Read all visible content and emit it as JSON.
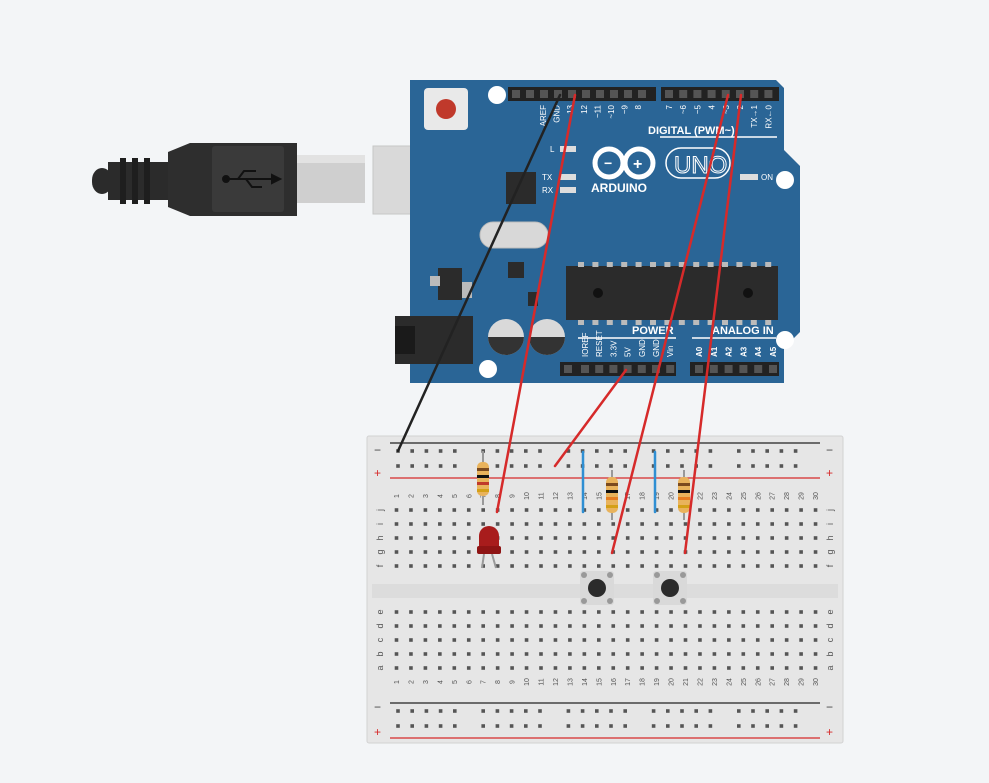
{
  "board": {
    "brand": "ARDUINO",
    "model": "UNO",
    "digital_label": "DIGITAL (PWM~)",
    "power_label": "POWER",
    "analog_label": "ANALOG IN",
    "on_label": "ON",
    "l_label": "L",
    "tx_label": "TX",
    "rx_label": "RX",
    "top_pins": [
      "AREF",
      "GND",
      "13",
      "12",
      "~11",
      "~10",
      "~9",
      "8",
      "7",
      "~6",
      "~5",
      "4",
      "~3",
      "2",
      "TX→1",
      "RX←0"
    ],
    "power_pins": [
      "IOREF",
      "RESET",
      "3.3V",
      "5V",
      "GND",
      "GND",
      "Vin"
    ],
    "analog_pins": [
      "A0",
      "A1",
      "A2",
      "A3",
      "A4",
      "A5"
    ]
  },
  "breadboard": {
    "columns": [
      "1",
      "2",
      "3",
      "4",
      "5",
      "6",
      "7",
      "8",
      "9",
      "10",
      "11",
      "12",
      "13",
      "14",
      "15",
      "16",
      "17",
      "18",
      "19",
      "20",
      "21",
      "22",
      "23",
      "24",
      "25",
      "26",
      "27",
      "28",
      "29",
      "30"
    ],
    "upper_rows": [
      "j",
      "i",
      "h",
      "g",
      "f"
    ],
    "lower_rows": [
      "e",
      "d",
      "c",
      "b",
      "a"
    ],
    "minus_sign": "−",
    "plus_sign": "+"
  },
  "colors": {
    "board": "#2a6596",
    "wire_red": "#d62a2a",
    "wire_black": "#222222",
    "wire_blue": "#2f8fd3",
    "led": "#a81c1c",
    "background": "#f3f5f7"
  },
  "icons": [
    "usb-cable-icon",
    "usb-symbol-icon",
    "arduino-infinity-logo-icon",
    "led-icon",
    "resistor-icon",
    "pushbutton-icon"
  ]
}
